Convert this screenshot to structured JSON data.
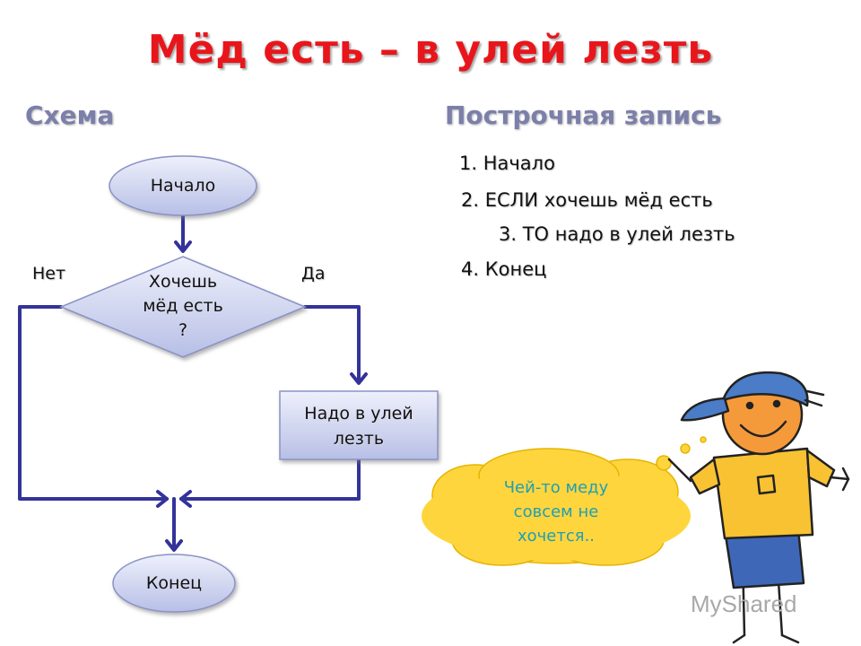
{
  "title": "Мёд есть – в улей лезть",
  "scheme_heading": "Схема",
  "listing_heading": "Построчная запись",
  "steps": [
    "1. Начало",
    "2. ЕСЛИ хочешь мёд есть",
    "3. ТО надо в улей лезть",
    "4. Конец"
  ],
  "flowchart": {
    "start": "Начало",
    "condition_line1": "Хочешь",
    "condition_line2": "мёд есть",
    "condition_line3": "?",
    "no_label": "Нет",
    "yes_label": "Да",
    "action_line1": "Надо в улей",
    "action_line2": "лезть",
    "end": "Конец"
  },
  "speech_bubble": {
    "line1": "Чей-то меду",
    "line2": "совсем не",
    "line3": "хочется.."
  },
  "watermark": "MyShared",
  "colors": {
    "title": "#e8161b",
    "heading": "#7c7fa9",
    "connector": "#333399",
    "shape_fill": "#c5cbe9",
    "bubble_fill": "#ffd53d",
    "bubble_text": "#1f9fb3"
  }
}
